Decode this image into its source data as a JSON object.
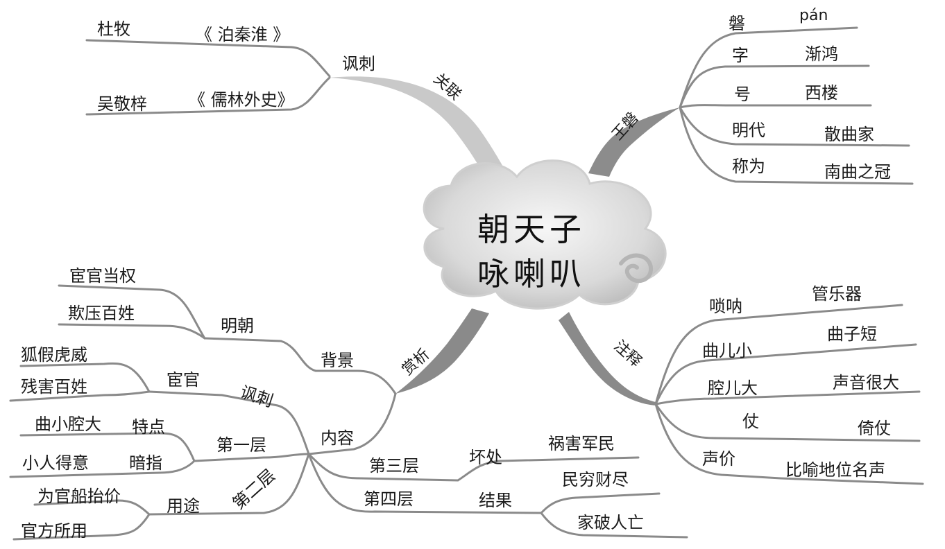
{
  "center": {
    "line1": "朝天子",
    "line2": "咏喇叭"
  },
  "top_left": {
    "hub": "关联",
    "branch": "讽刺",
    "items": [
      {
        "author": "杜牧",
        "work": "《 泊秦淮 》"
      },
      {
        "author": "吴敬梓",
        "work": "《 儒林外史》"
      }
    ]
  },
  "top_right": {
    "hub": "王磐",
    "pairs": [
      {
        "key": "磐",
        "value": "pán"
      },
      {
        "key": "字",
        "value": "渐鸿"
      },
      {
        "key": "号",
        "value": "西楼"
      },
      {
        "key": "明代",
        "value": "散曲家"
      },
      {
        "key": "称为",
        "value": "南曲之冠"
      }
    ]
  },
  "bottom_right": {
    "hub": "注释",
    "pairs": [
      {
        "key": "唢呐",
        "value": "管乐器"
      },
      {
        "key": "曲儿小",
        "value": "曲子短"
      },
      {
        "key": "腔儿大",
        "value": "声音很大"
      },
      {
        "key": "仗",
        "value": "倚仗"
      },
      {
        "key": "声价",
        "value": "比喻地位名声"
      }
    ]
  },
  "bottom_left": {
    "hub": "赏析",
    "background": {
      "label": "背景",
      "era": "明朝",
      "items": [
        "宦官当权",
        "欺压百姓"
      ]
    },
    "content": {
      "label": "内容",
      "satire": "讽刺",
      "eunuch": "宦官",
      "eunuch_items": [
        "狐假虎威",
        "残害百姓"
      ],
      "layer1": {
        "label": "第一层",
        "rows": [
          {
            "text": "曲小腔大",
            "tag": "特点"
          },
          {
            "text": "小人得意",
            "tag": "暗指"
          }
        ]
      },
      "layer2": {
        "label": "第二层",
        "tag": "用途",
        "items": [
          "为官船抬价",
          "官方所用"
        ]
      },
      "layer3": {
        "label": "第三层",
        "tag": "坏处",
        "value": "祸害军民"
      },
      "layer4": {
        "label": "第四层",
        "tag": "结果",
        "items": [
          "民穷财尽",
          "家破人亡"
        ]
      }
    }
  }
}
